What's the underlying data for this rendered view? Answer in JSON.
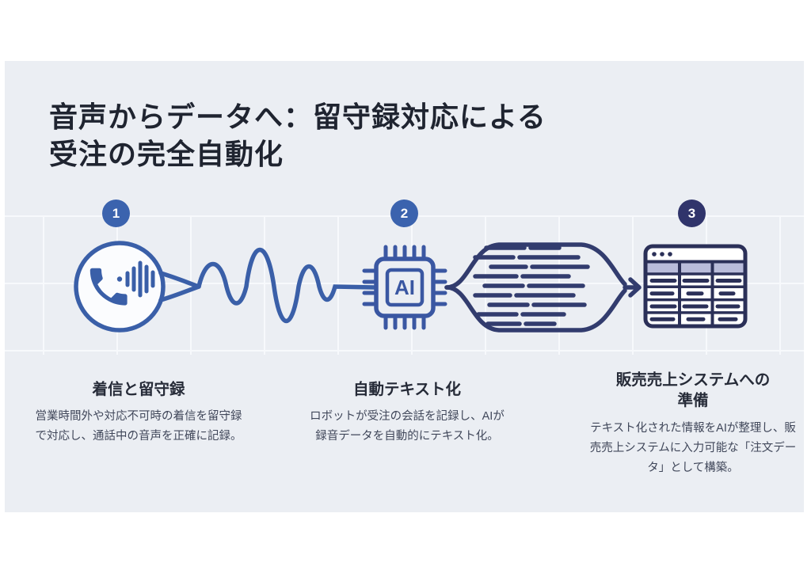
{
  "title": {
    "lines": [
      "音声からデータへ：留守録対応による",
      "受注の完全自動化"
    ]
  },
  "steps": [
    {
      "number": "1",
      "icon": "phone-voicemail-icon",
      "heading": "着信と留守録",
      "body": "営業時間外や対応不可時の着信を留守録で対応し、通話中の音声を正確に記録。"
    },
    {
      "number": "2",
      "icon": "ai-chip-icon",
      "chip_label": "AI",
      "heading": "自動テキスト化",
      "body": "ロボットが受注の会話を記録し、AIが録音データを自動的にテキスト化。"
    },
    {
      "number": "3",
      "icon": "sales-table-icon",
      "heading_lines": [
        "販売売上システムへの",
        "準備"
      ],
      "body": "テキスト化された情報をAIが整理し、販売売上システムに入力可能な「注文データ」として構築。"
    }
  ],
  "colors": {
    "panel_bg": "#ebeef3",
    "grid_line": "#f7f9fc",
    "accent_blue": "#3a5fa8",
    "badge_blue": "#3b63ae",
    "badge_navy": "#30346b",
    "diagram_navy": "#323c6e",
    "table_navy": "#2b3058",
    "table_header_fill": "#b9bcda",
    "title_text": "#1f2430",
    "heading_text": "#262b38",
    "body_text": "#40475a"
  }
}
